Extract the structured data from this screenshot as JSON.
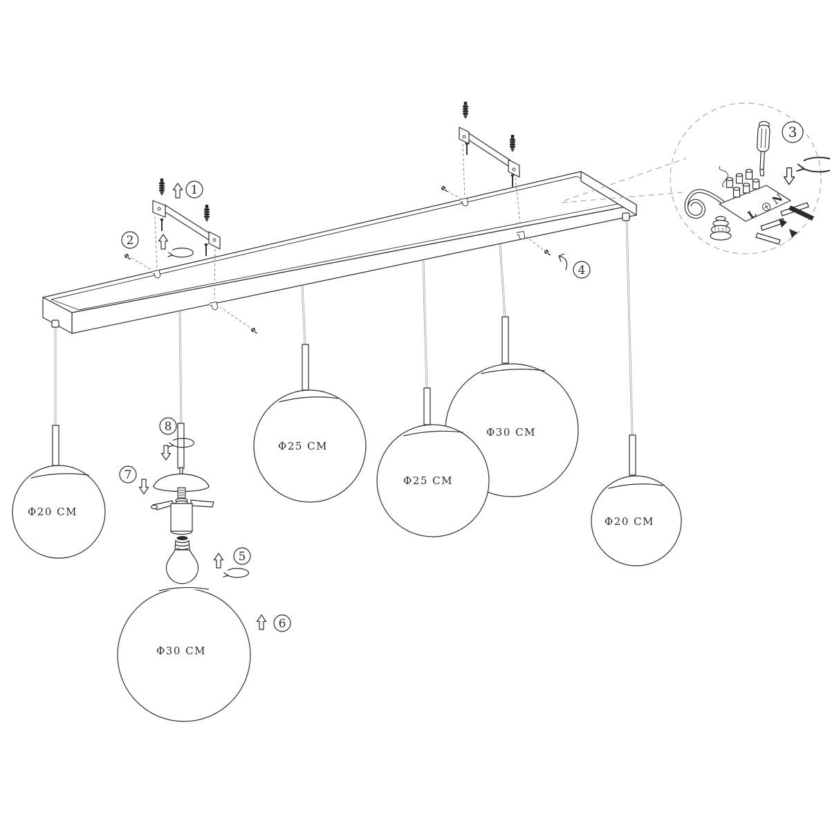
{
  "callouts": {
    "c1": "1",
    "c2": "2",
    "c3": "3",
    "c4": "4",
    "c5": "5",
    "c6": "6",
    "c7": "7",
    "c8": "8"
  },
  "globes": {
    "g1": "Φ20 CM",
    "g2": "Φ30 CM",
    "g3": "Φ25 CM",
    "g4": "Φ25 CM",
    "g5": "Φ30 CM",
    "g6": "Φ20 CM"
  },
  "wiring": {
    "live": "L",
    "neutral": "N"
  },
  "colors": {
    "ink": "#2b2b2b",
    "cord": "#9a9a9a",
    "leader": "#8a8a8a",
    "bg": "#ffffff"
  }
}
